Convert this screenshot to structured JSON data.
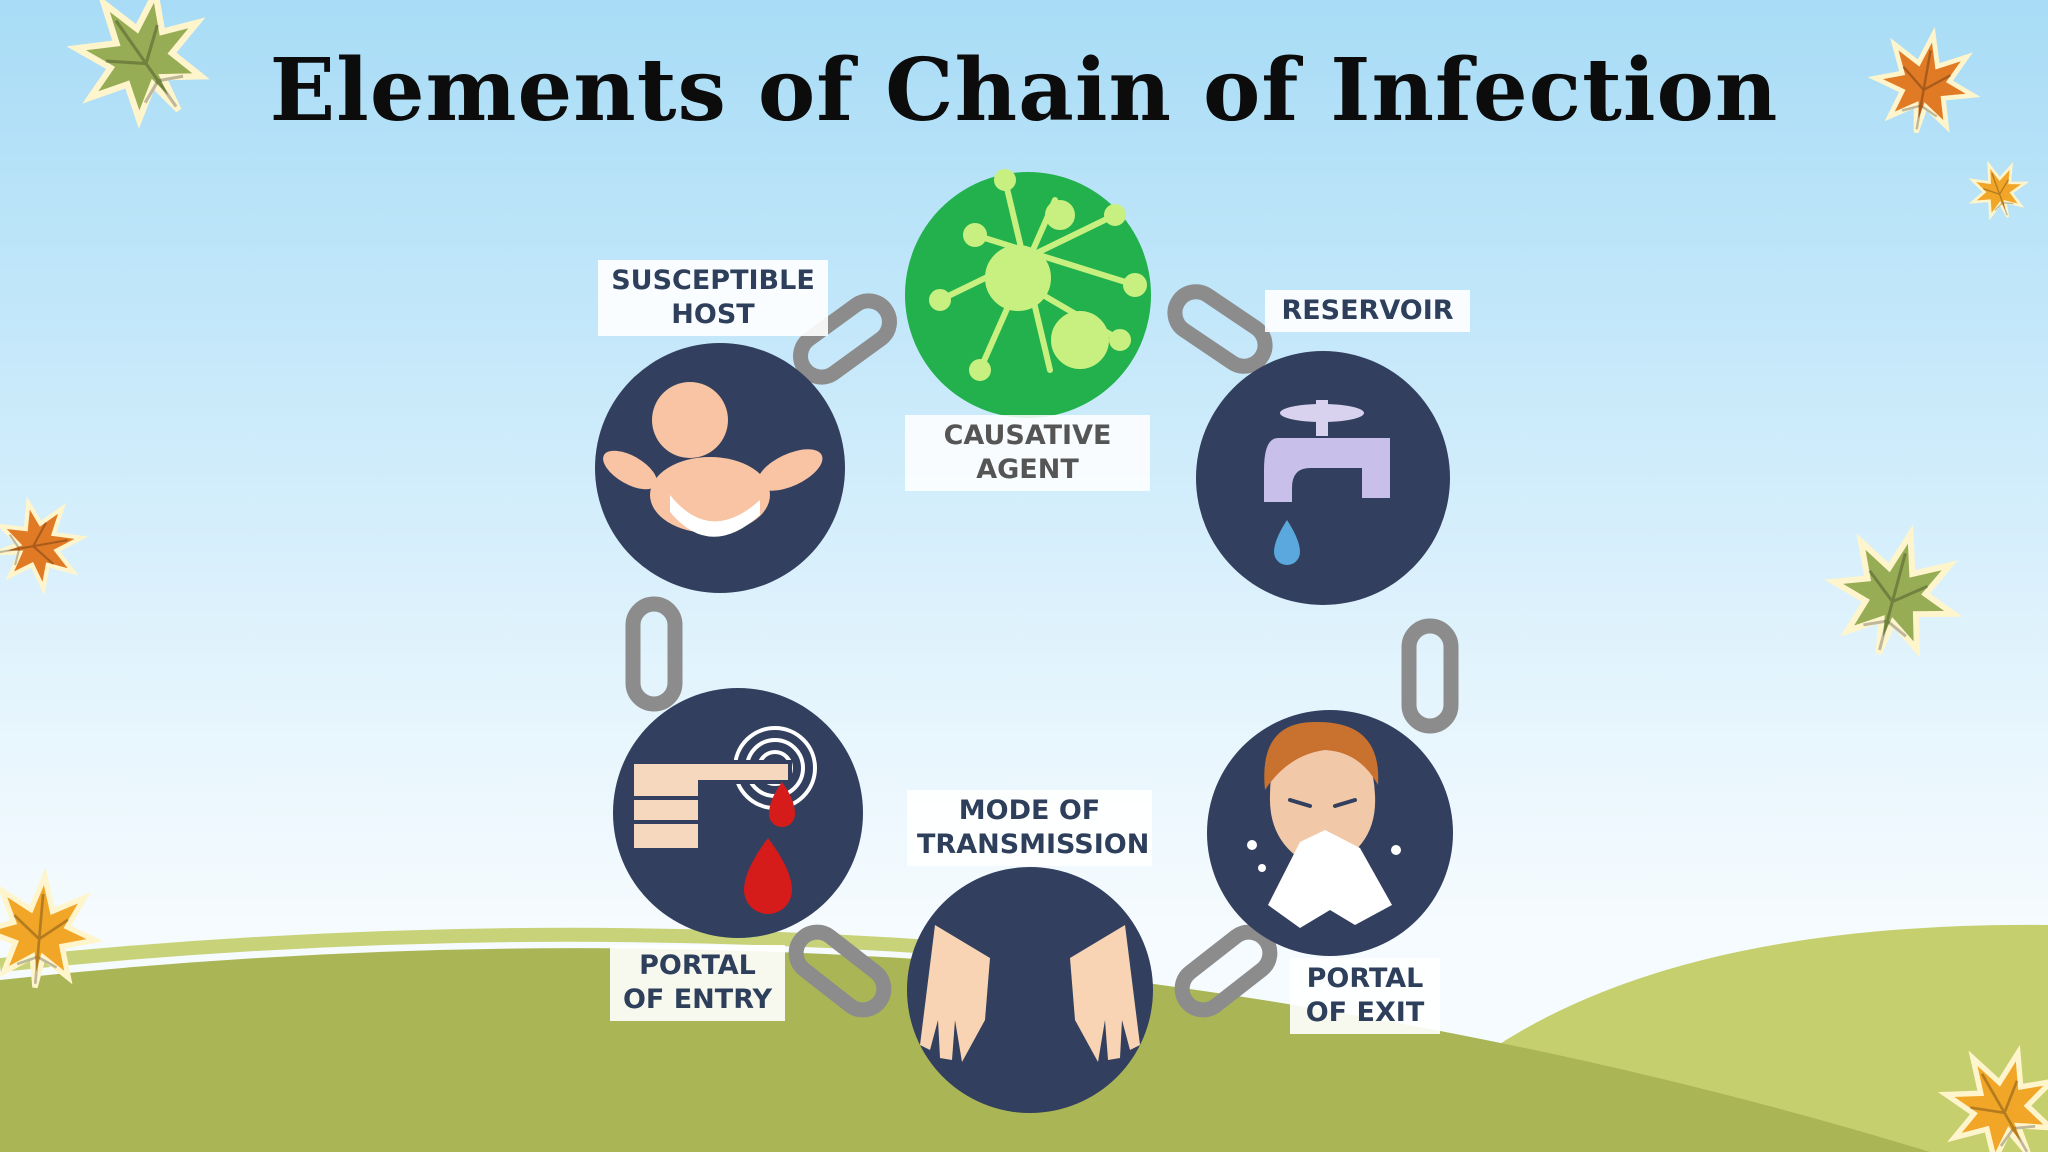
{
  "title": "Elements of Chain of Infection",
  "colors": {
    "circle": "#323f5e",
    "agent_circle": "#22b14c",
    "virus": "#c8f080",
    "chain": "#8c8c8c",
    "label_text": "#2e3f5c",
    "hill_front": "#aab556",
    "hill_back": "#c6cf6e"
  },
  "elements": [
    {
      "id": "causative-agent",
      "icon": "virus-icon",
      "label_lines": [
        "CAUSATIVE",
        "AGENT"
      ]
    },
    {
      "id": "reservoir",
      "icon": "faucet-icon",
      "label_lines": [
        "RESERVOIR"
      ]
    },
    {
      "id": "portal-of-exit",
      "icon": "sneezing-person-icon",
      "label_lines": [
        "PORTAL",
        "OF EXIT"
      ]
    },
    {
      "id": "mode-of-transmission",
      "icon": "hands-icon",
      "label_lines": [
        "MODE OF",
        "TRANSMISSION"
      ]
    },
    {
      "id": "portal-of-entry",
      "icon": "bleeding-finger-icon",
      "label_lines": [
        "PORTAL",
        "OF ENTRY"
      ]
    },
    {
      "id": "susceptible-host",
      "icon": "baby-icon",
      "label_lines": [
        "SUSCEPTIBLE",
        "HOST"
      ]
    }
  ],
  "decor": [
    "leaf-icon"
  ]
}
